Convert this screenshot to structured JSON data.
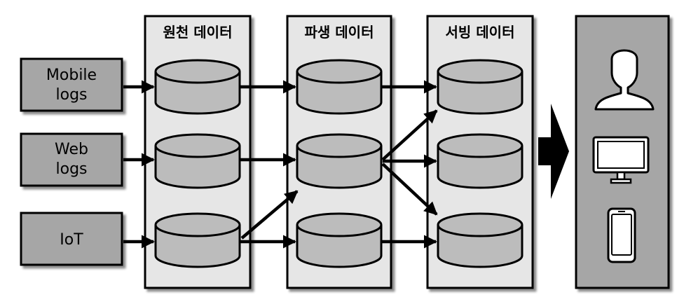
{
  "columns": {
    "raw": "원천 데이터",
    "derived": "파생 데이터",
    "serving": "서빙 데이터"
  },
  "sources": [
    {
      "line1": "Mobile",
      "line2": "logs"
    },
    {
      "line1": "Web",
      "line2": "logs"
    },
    {
      "line1": "IoT",
      "line2": ""
    }
  ],
  "consumers": [
    "user-icon",
    "monitor-icon",
    "smartphone-icon"
  ],
  "colors": {
    "panel": "#e6e6e6",
    "box": "#a6a6a6",
    "cylinder": "#bcbcbc",
    "dark": "#1a1a1a"
  }
}
